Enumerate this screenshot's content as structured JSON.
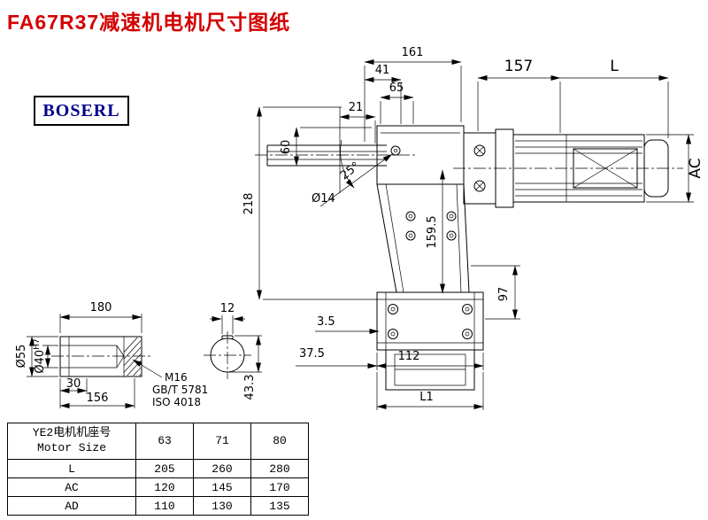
{
  "title": "FA67R37减速机电机尺寸图纸",
  "logo": "BOSERL",
  "main_dims": {
    "w161": "161",
    "w41": "41",
    "w65": "65",
    "w21": "21",
    "w157": "157",
    "wL": "L",
    "ac": "AC",
    "h60": "60",
    "h218": "218",
    "dia14": "Ø14",
    "ang25": "25°",
    "h159_5": "159.5",
    "h97": "97",
    "t3_5": "3.5",
    "w37_5": "37.5",
    "w112": "112",
    "wL1": "L1"
  },
  "shaft_dims": {
    "w180": "180",
    "w12": "12",
    "dia55": "Ø55",
    "dia40": "Ø40",
    "tol40": "H7",
    "w30": "30",
    "w156": "156",
    "thread": "M16",
    "std1": "GB/T 5781",
    "std2": "ISO 4018",
    "h43_3": "43.3"
  },
  "table": {
    "header_cn": "YE2电机机座号",
    "header_en": "Motor Size",
    "sizes": [
      "63",
      "71",
      "80"
    ],
    "rows": [
      {
        "label": "L",
        "values": [
          "205",
          "260",
          "280"
        ]
      },
      {
        "label": "AC",
        "values": [
          "120",
          "145",
          "170"
        ]
      },
      {
        "label": "AD",
        "values": [
          "110",
          "130",
          "135"
        ]
      }
    ]
  },
  "colors": {
    "title": "#d40000",
    "logo": "#00008c",
    "line": "#000000"
  }
}
